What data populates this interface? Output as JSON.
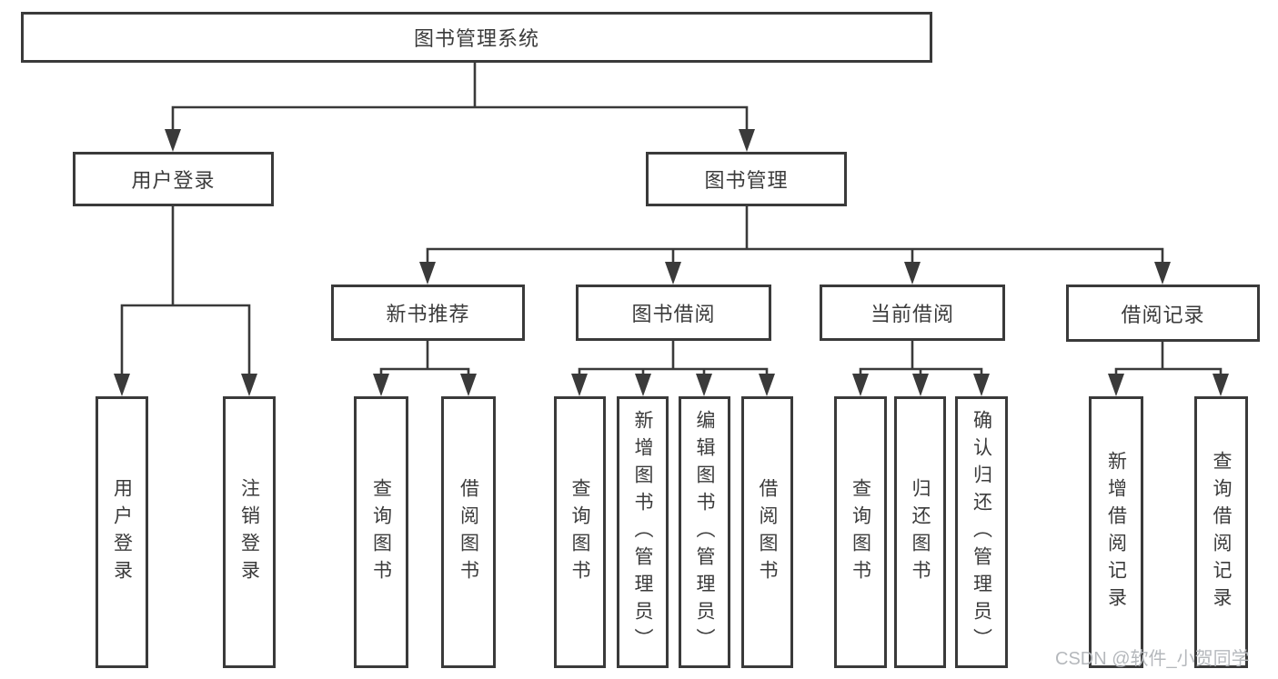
{
  "diagram_type": "hierarchy-tree",
  "tree": {
    "label": "图书管理系统",
    "children": [
      {
        "label": "用户登录",
        "children": [
          {
            "label": "用户登录"
          },
          {
            "label": "注销登录"
          }
        ]
      },
      {
        "label": "图书管理",
        "children": [
          {
            "label": "新书推荐",
            "children": [
              {
                "label": "查询图书"
              },
              {
                "label": "借阅图书"
              }
            ]
          },
          {
            "label": "图书借阅",
            "children": [
              {
                "label": "查询图书"
              },
              {
                "label": "新增图书（管理员）"
              },
              {
                "label": "编辑图书（管理员）"
              },
              {
                "label": "借阅图书"
              }
            ]
          },
          {
            "label": "当前借阅",
            "children": [
              {
                "label": "查询图书"
              },
              {
                "label": "归还图书"
              },
              {
                "label": "确认归还（管理员）"
              }
            ]
          },
          {
            "label": "借阅记录",
            "children": [
              {
                "label": "新增借阅记录"
              },
              {
                "label": "查询借阅记录"
              }
            ]
          }
        ]
      }
    ]
  },
  "watermark": {
    "text": "CSDN @软件_小贺同学"
  },
  "colors": {
    "line": "#3a3a3a",
    "box_border": "#3a3a3a",
    "text": "#3b3b3b",
    "background": "#ffffff",
    "watermark_text": "#b5b8bc"
  }
}
